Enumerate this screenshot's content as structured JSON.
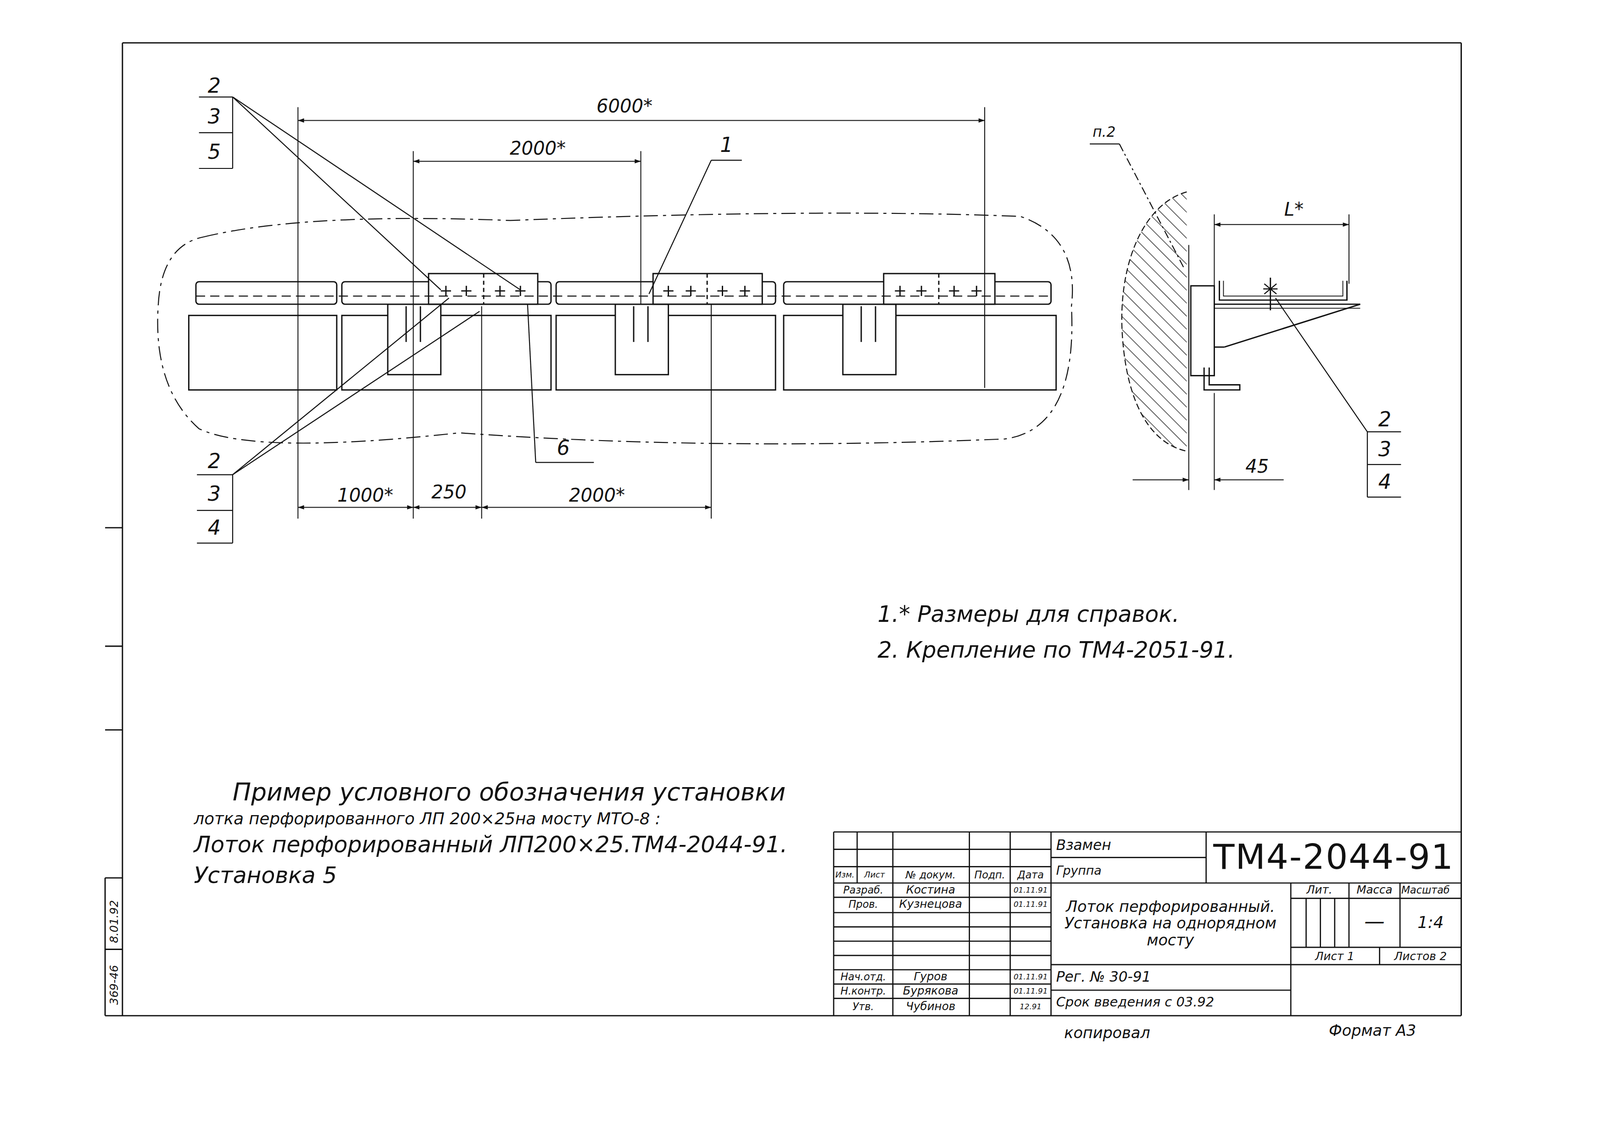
{
  "diagram": {
    "labels": [
      "2",
      "3",
      "5",
      "6000*",
      "2000*",
      "1",
      "п.2",
      "L*",
      "2",
      "3",
      "4",
      "45",
      "2",
      "3",
      "4",
      "1000*",
      "250",
      "2000*",
      "6",
      "1.* Размеры для справок.",
      "2. Крепление по ТМ4-2051-91.",
      "Пример условного обозначения установки",
      "лотка перфорированного ЛП 200×25на мосту МТО-8 :",
      "Лоток перфорированный ЛП200×25.ТМ4-2044-91.",
      "Установка 5",
      "Взамен",
      "Группа",
      "ТМ4-2044-91",
      "Лоток перфорированный. Установка на однорядном мосту",
      "Лит.",
      "Масса",
      "Масштаб",
      "—",
      "1:4",
      "Лист 1",
      "Листов 2",
      "Рег. № 30-91",
      "Срок введения с 03.92",
      "Изм.",
      "Лист",
      "№ докум.",
      "Подп.",
      "Дата",
      "Разраб.",
      "Костина",
      "01.11.91",
      "Пров.",
      "Кузнецова",
      "01.11.91",
      "Нач.отд.",
      "Гуров",
      "01.11.91",
      "Н.контр.",
      "Бурякова",
      "01.11.91",
      "Утв.",
      "Чубинов",
      "12.91",
      "копировал",
      "Формат А3",
      "369-46",
      "8.01.92"
    ]
  }
}
